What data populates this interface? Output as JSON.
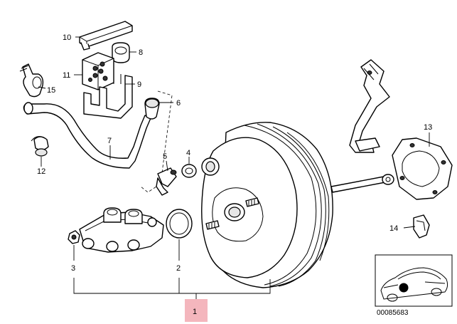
{
  "callouts": {
    "c1": "1",
    "c2": "2",
    "c3": "3",
    "c4": "4",
    "c5": "5",
    "c6": "6",
    "c7": "7",
    "c8": "8",
    "c9": "9",
    "c10": "10",
    "c11": "11",
    "c12": "12",
    "c13": "13",
    "c14": "14",
    "c15": "15"
  },
  "catalog_number": "00085683",
  "colors": {
    "highlight": "#f4b6bd",
    "line": "#000000",
    "background": "#ffffff"
  }
}
